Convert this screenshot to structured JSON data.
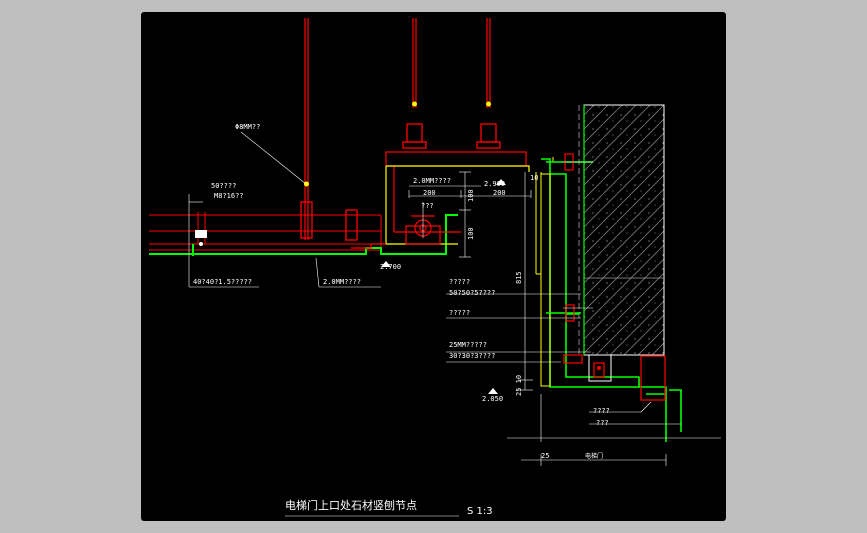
{
  "background_color": "#bfbfbf",
  "canvas_color": "#000000",
  "colors": {
    "red": "#ff0000",
    "green": "#00ff00",
    "yellow": "#ffff00",
    "white": "#ffffff",
    "gray": "#a0a0a0"
  },
  "labels": {
    "rod_dia": "Φ8MM??",
    "dim_50": "50????",
    "bolt": "M8?16??",
    "angle_steel": "40?40?1.5?????",
    "plate_2mm_bottom": "2.0MM????",
    "plate_2mm_top": "2.0MM????",
    "dim_200a": "200",
    "dim_200b": "200",
    "elev_top": "2.900",
    "elev_mid": "2.700",
    "elev_bottom": "2.050",
    "dim_100a": "100",
    "dim_100b": "100",
    "dim_815": "815",
    "dim_10": "10",
    "dim_25_10": "25 10",
    "small_q": "???",
    "cap1": "?????",
    "channel": "50?50?5????",
    "cap2": "?????",
    "stone": "25MM?????",
    "angle2": "30?30?3????",
    "cap3": "????",
    "cap4": "???",
    "dim_25": "25",
    "door_label": "电梯门",
    "title": "电梯门上口处石材竖刨节点",
    "scale": "S 1:3"
  }
}
